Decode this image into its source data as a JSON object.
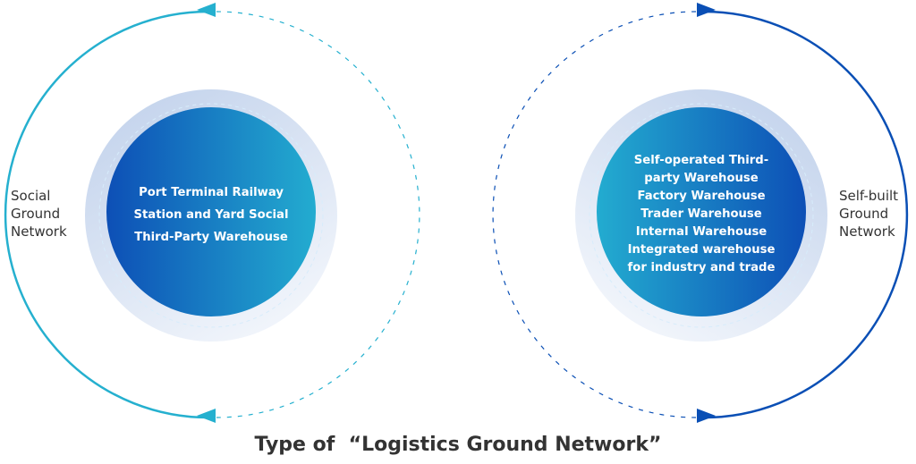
{
  "title": "Type of  “Logistics Ground Network”",
  "colors": {
    "social_accent": "#25b0cf",
    "selfbuilt_accent": "#0a4fb5",
    "text_dark": "#333333",
    "halo_light": "#c7d6ee"
  },
  "left_network": {
    "label_lines": [
      "Social",
      "Ground",
      "Network"
    ],
    "core_lines": [
      "Port Terminal Railway",
      "Station and Yard Social",
      "Third-Party Warehouse"
    ]
  },
  "right_network": {
    "label_lines": [
      "Self-built",
      "Ground",
      "Network"
    ],
    "core_lines": [
      "Self-operated Third-",
      "party Warehouse",
      "Factory Warehouse",
      "Trader Warehouse",
      "Internal Warehouse",
      "Integrated warehouse",
      "for industry and trade"
    ]
  }
}
